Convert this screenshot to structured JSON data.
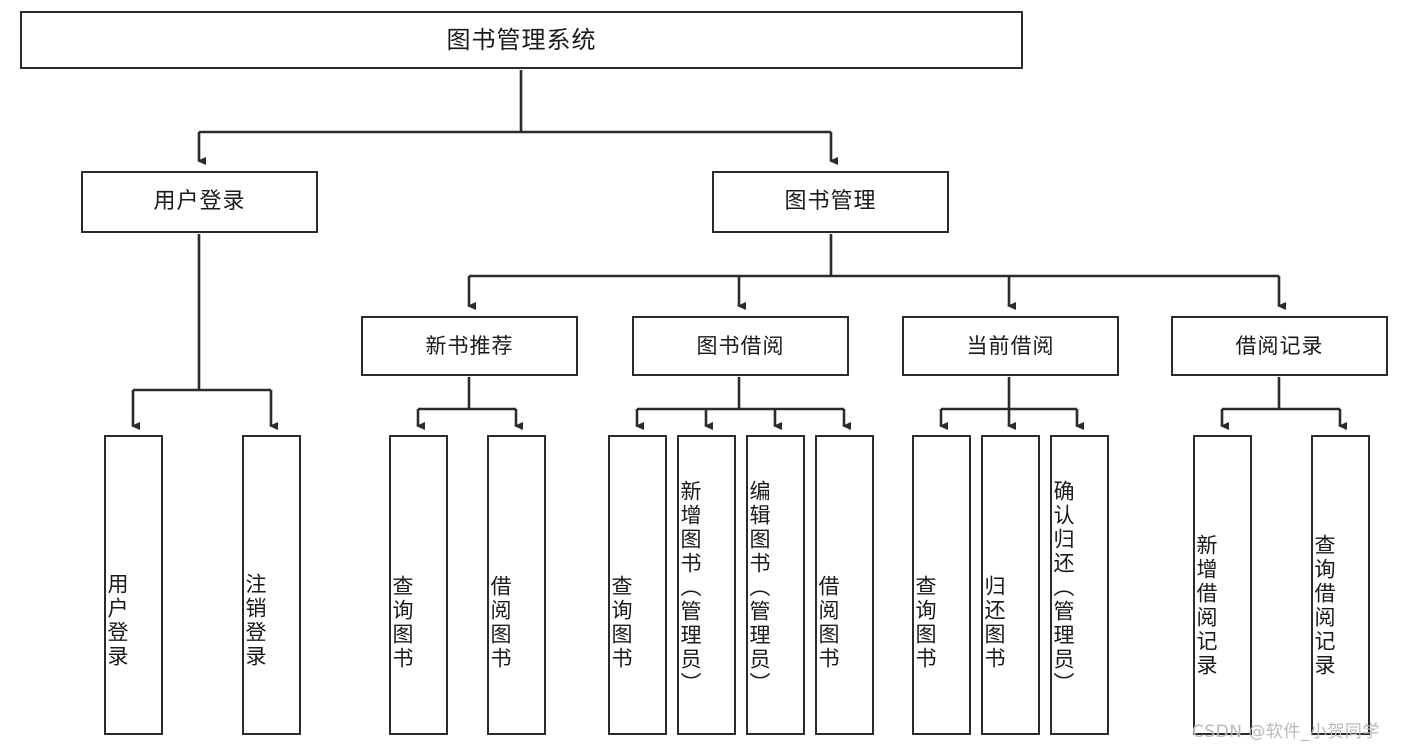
{
  "diagram": {
    "type": "tree-hierarchy-chart",
    "title_node": "图书管理系统",
    "colors": {
      "box_border": "#2b2b2b",
      "box_fill": "#ffffff",
      "connector": "#2b2b2b",
      "text": "#1a1a1a",
      "watermark": "#b9b9b9",
      "background": "#ffffff"
    },
    "root": {
      "label": "图书管理系统"
    },
    "level2": [
      {
        "label": "用户登录"
      },
      {
        "label": "图书管理"
      }
    ],
    "level3": [
      {
        "label": "新书推荐"
      },
      {
        "label": "图书借阅"
      },
      {
        "label": "当前借阅"
      },
      {
        "label": "借阅记录"
      }
    ],
    "leaves": {
      "user_login": [
        {
          "label": "用户登录"
        },
        {
          "label": "注销登录"
        }
      ],
      "new_book_recommend": [
        {
          "label": "查询图书"
        },
        {
          "label": "借阅图书"
        }
      ],
      "book_borrow": [
        {
          "label": "查询图书"
        },
        {
          "label": "新增图书（管理员）"
        },
        {
          "label": "编辑图书（管理员）"
        },
        {
          "label": "借阅图书"
        }
      ],
      "current_borrow": [
        {
          "label": "查询图书"
        },
        {
          "label": "归还图书"
        },
        {
          "label": "确认归还（管理员）"
        }
      ],
      "borrow_record": [
        {
          "label": "新增借阅记录"
        },
        {
          "label": "查询借阅记录"
        }
      ]
    }
  },
  "watermark": {
    "text": "CSDN @软件_小贺同学"
  }
}
